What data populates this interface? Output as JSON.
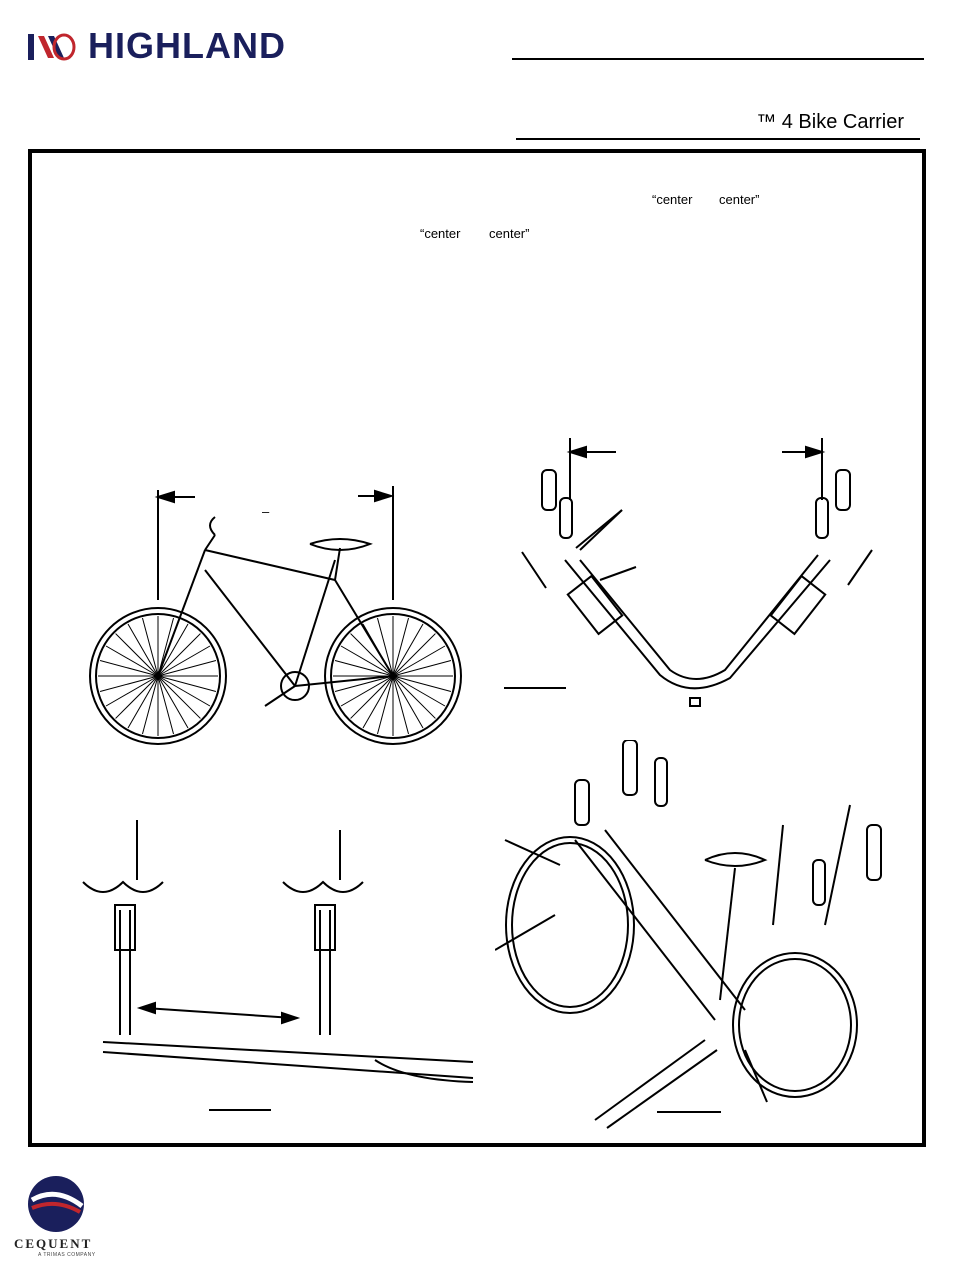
{
  "header": {
    "brand": "HIGHLAND",
    "product_title": "™ 4 Bike Carrier"
  },
  "instructions": {
    "quote1_a": "“center",
    "quote1_b": "center”",
    "quote2_a": "“center",
    "quote2_b": "center”",
    "dash": "–"
  },
  "footer": {
    "company": "CEQUENT",
    "tagline": "A TRIMAS COMPANY"
  },
  "colors": {
    "brand_navy": "#1a1f5c",
    "brand_red": "#c0262d",
    "frame": "#000000"
  }
}
